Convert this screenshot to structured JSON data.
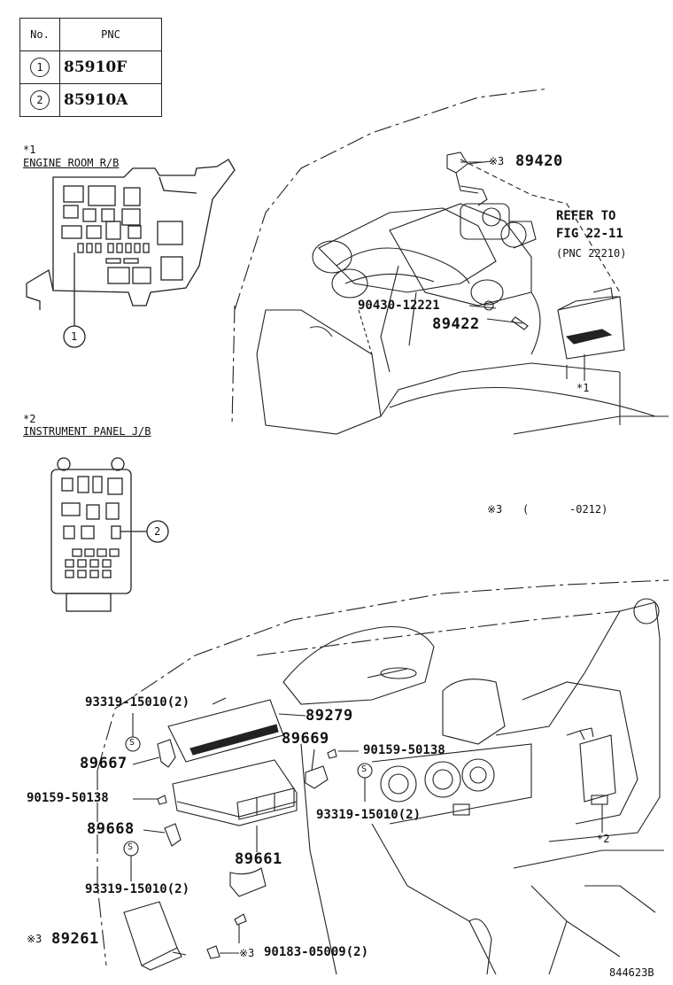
{
  "table": {
    "header_no": "No.",
    "header_pnc": "PNC",
    "rows": [
      {
        "no": "1",
        "pnc": "85910F"
      },
      {
        "no": "2",
        "pnc": "85910A"
      }
    ]
  },
  "engine_room": {
    "ref": "*1",
    "title": "ENGINE ROOM R/B",
    "callout": "1"
  },
  "instrument_panel": {
    "ref": "*2",
    "title": "INSTRUMENT PANEL J/B",
    "callout": "2"
  },
  "engine_labels": {
    "part_89420": "89420",
    "mark_89420": "※3",
    "refer_line1": "REFER TO",
    "refer_line2": "FIG 22-11",
    "refer_line3": "(PNC 22210)",
    "part_90430": "90430-12221",
    "part_89422": "89422",
    "ref_star1": "*1"
  },
  "note": {
    "mark": "※3",
    "open": "(",
    "range": "-0212)"
  },
  "dash_labels": {
    "part_93319_a": "93319-15010(2)",
    "part_89279": "89279",
    "part_89669": "89669",
    "part_90159_r": "90159-50138",
    "part_89667": "89667",
    "part_90159_l": "90159-50138",
    "part_93319_b": "93319-15010(2)",
    "part_89668": "89668",
    "part_89661": "89661",
    "part_93319_c": "93319-15010(2)",
    "mark_89261": "※3",
    "part_89261": "89261",
    "mark_90183": "※3",
    "part_90183": "90183-05009(2)",
    "ref_star2": "*2",
    "bolt_s": "S"
  },
  "figure_code": "844623B"
}
